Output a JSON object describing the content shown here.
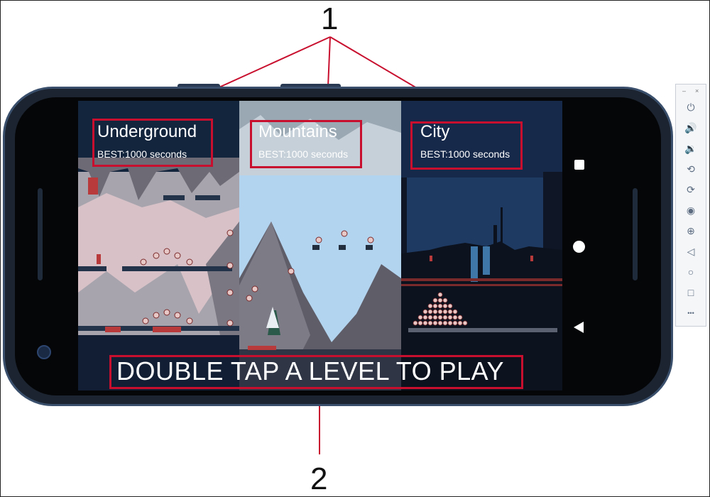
{
  "levels": [
    {
      "name": "Underground",
      "best": "BEST:1000 seconds"
    },
    {
      "name": "Mountains",
      "best": "BEST:1000 seconds"
    },
    {
      "name": "City",
      "best": "BEST:1000 seconds"
    }
  ],
  "prompt": "DOUBLE TAP A LEVEL TO PLAY",
  "callouts": {
    "one": "1",
    "two": "2"
  },
  "emulator_toolbar": {
    "minimize": "–",
    "close": "×",
    "icons": [
      "power-icon",
      "volume-up-icon",
      "volume-down-icon",
      "rotate-left-icon",
      "rotate-right-icon",
      "camera-icon",
      "zoom-icon",
      "back-icon",
      "home-icon",
      "overview-icon",
      "more-icon"
    ],
    "glyphs": {
      "power": "⏻",
      "vol_up": "🔊",
      "vol_down": "🔉",
      "rot_l": "⟲",
      "rot_r": "⟳",
      "camera": "◉",
      "zoom": "⊕",
      "back": "◁",
      "home": "○",
      "overview": "□",
      "more": "•••"
    }
  },
  "colors": {
    "callout": "#c8102e",
    "underground_bg": "#13253d",
    "mountains_sky": "#b3d4ef",
    "city_bg": "#16294a"
  }
}
